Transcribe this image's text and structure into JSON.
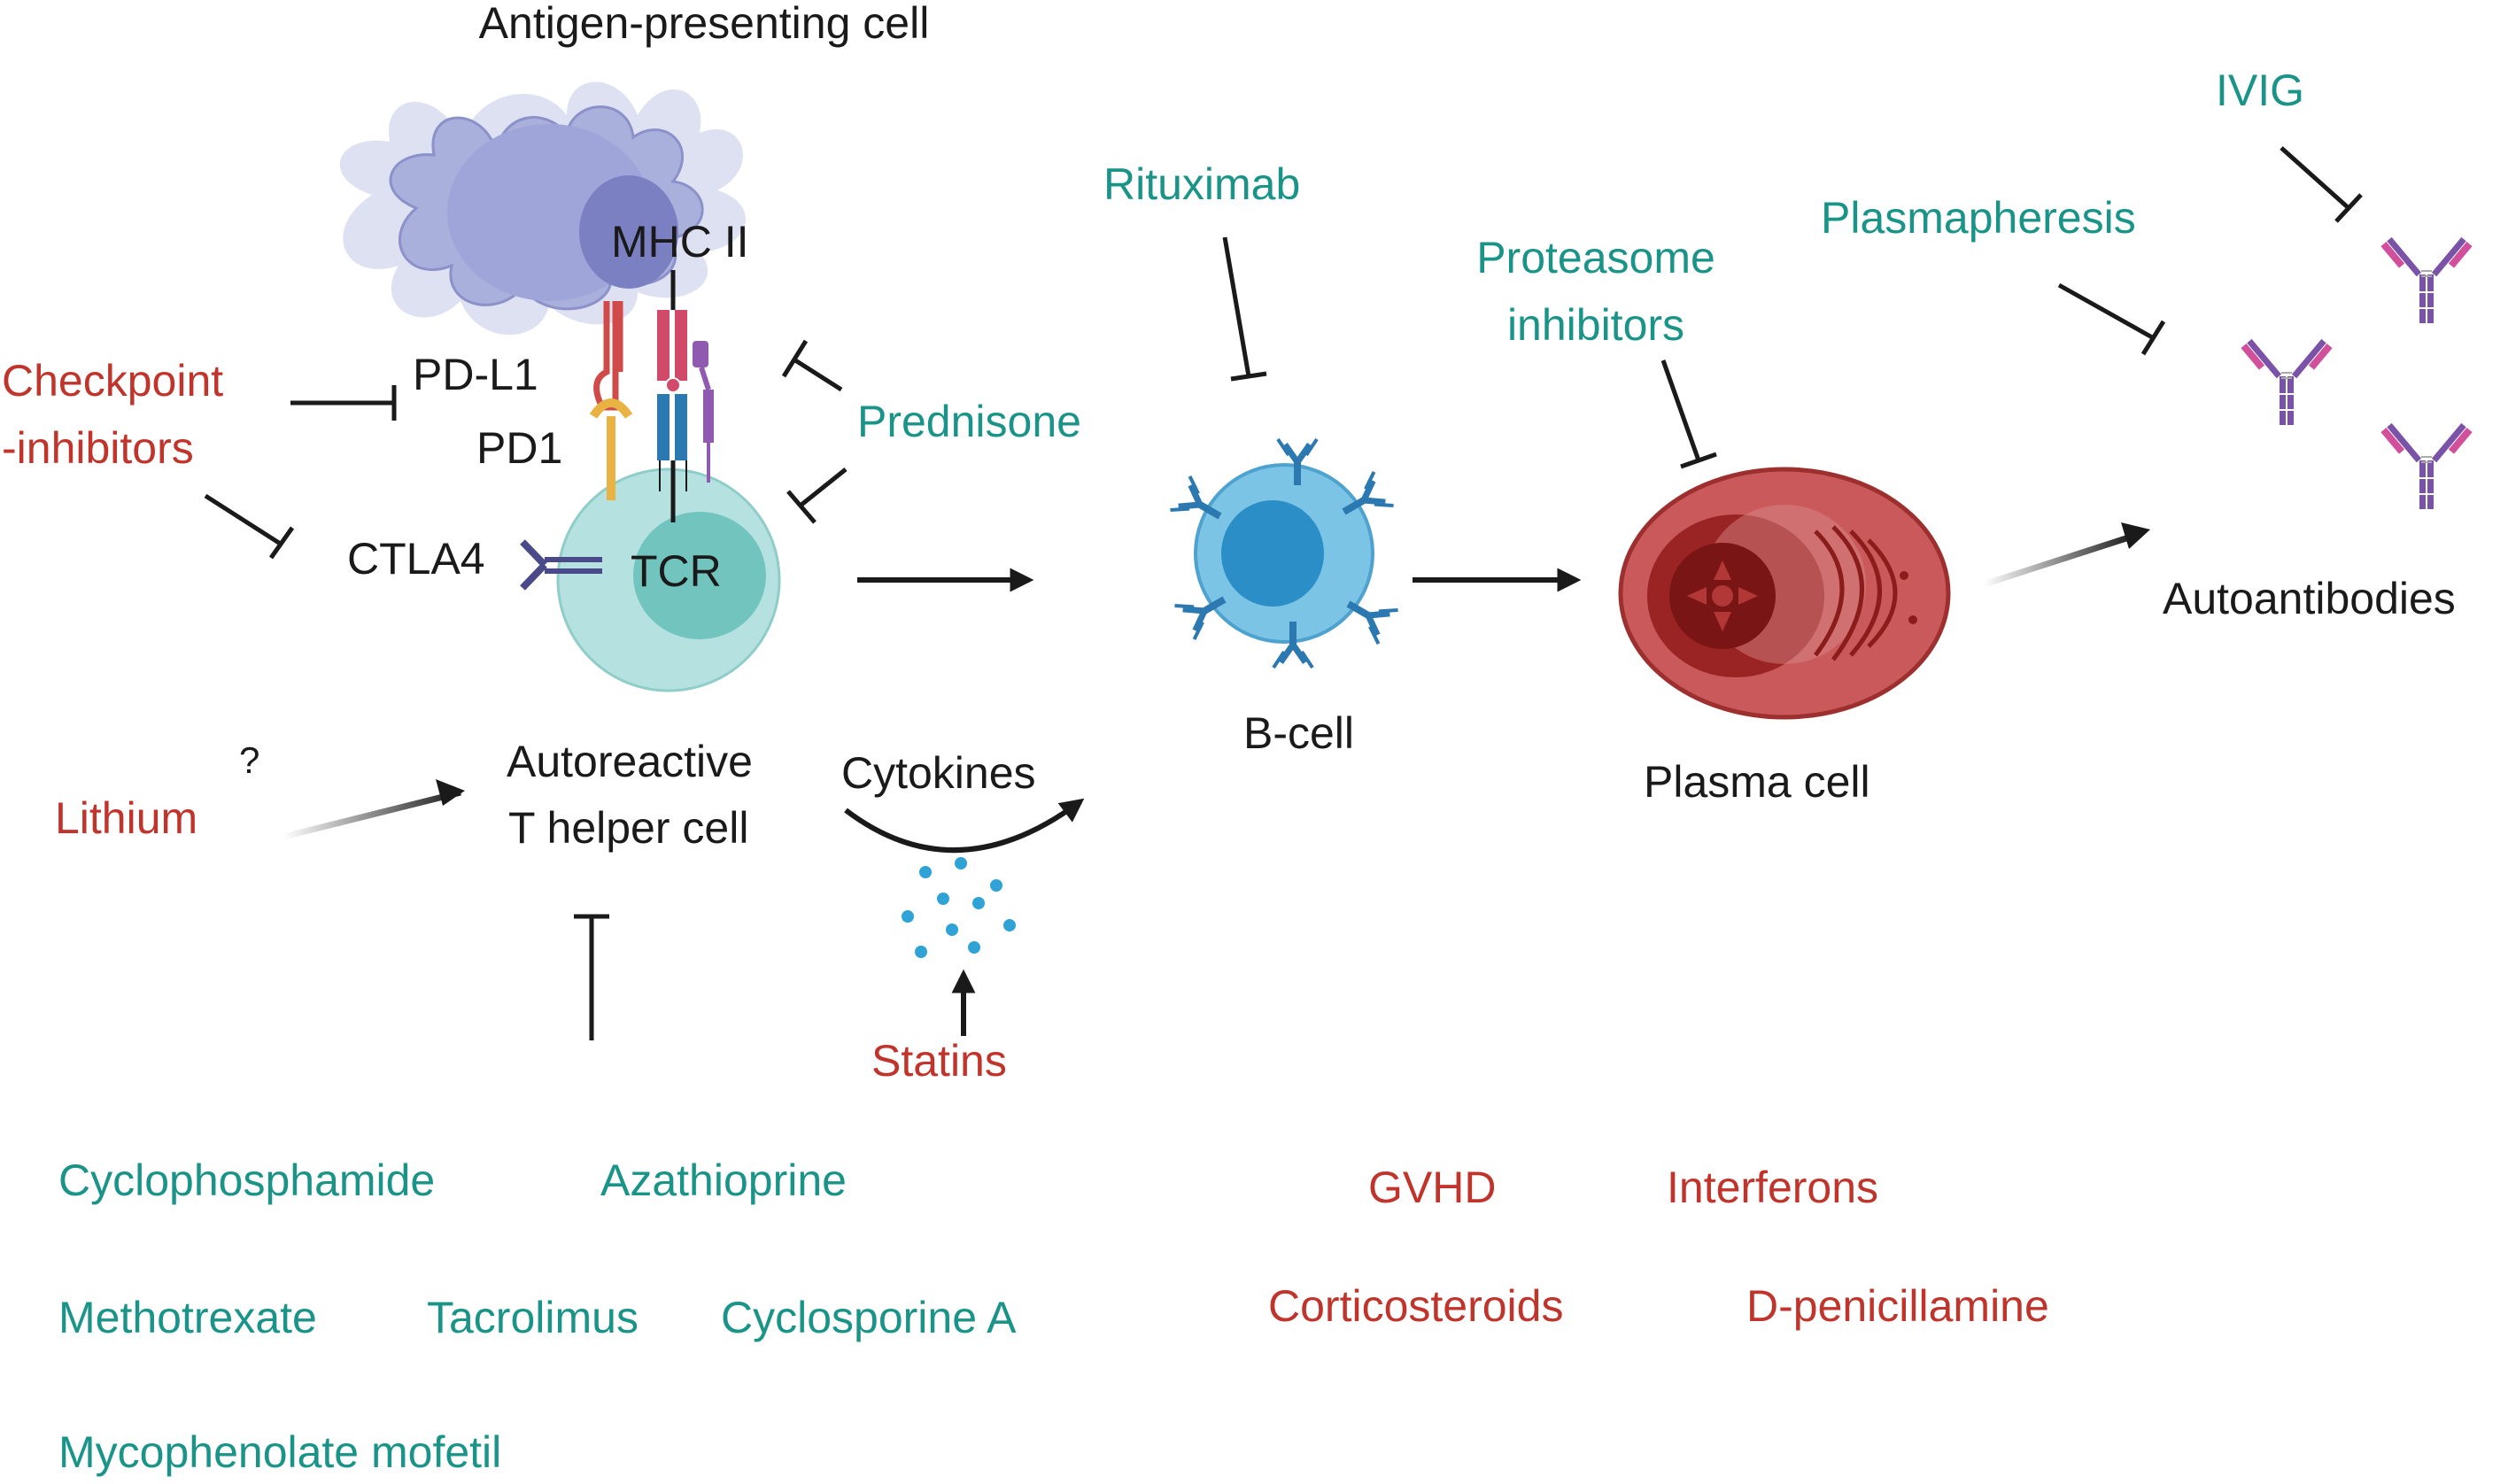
{
  "colors": {
    "inhibitor_teal": "#1a9488",
    "inducer_red": "#c0342b",
    "text": "#1a1a1a",
    "apc_fill": "#a9aedc",
    "t_cell_fill": "#a8dedd",
    "b_cell_fill": "#5ab6dd",
    "plasma_fill": "#c9595a",
    "antibody_purple": "#7a52a8",
    "antibody_pink": "#d24f9c"
  },
  "cells": {
    "apc": "Antigen-presenting cell",
    "mhc": "MHC II",
    "pdl1": "PD-L1",
    "pd1": "PD1",
    "ctla4": "CTLA4",
    "tcr": "TCR",
    "t_helper_line1": "Autoreactive",
    "t_helper_line2": "T helper cell",
    "cytokines": "Cytokines",
    "b_cell": "B-cell",
    "plasma_cell": "Plasma cell",
    "autoantibodies": "Autoantibodies",
    "unknown_mark": "?"
  },
  "drugs": {
    "checkpoint_line1": "Checkpoint",
    "checkpoint_line2": "-inhibitors",
    "lithium": "Lithium",
    "prednisone": "Prednisone",
    "rituximab": "Rituximab",
    "proteasome_line1": "Proteasome",
    "proteasome_line2": "inhibitors",
    "plasmapheresis": "Plasmapheresis",
    "ivig": "IVIG",
    "statins": "Statins"
  },
  "bottom_left": {
    "cyclophosphamide": "Cyclophosphamide",
    "azathioprine": "Azathioprine",
    "methotrexate": "Methotrexate",
    "tacrolimus": "Tacrolimus",
    "cyclosporine": "Cyclosporine A",
    "mycophenolate": "Mycophenolate mofetil"
  },
  "bottom_right": {
    "gvhd": "GVHD",
    "interferons": "Interferons",
    "corticosteroids": "Corticosteroids",
    "penicillamine": "D-penicillamine"
  }
}
